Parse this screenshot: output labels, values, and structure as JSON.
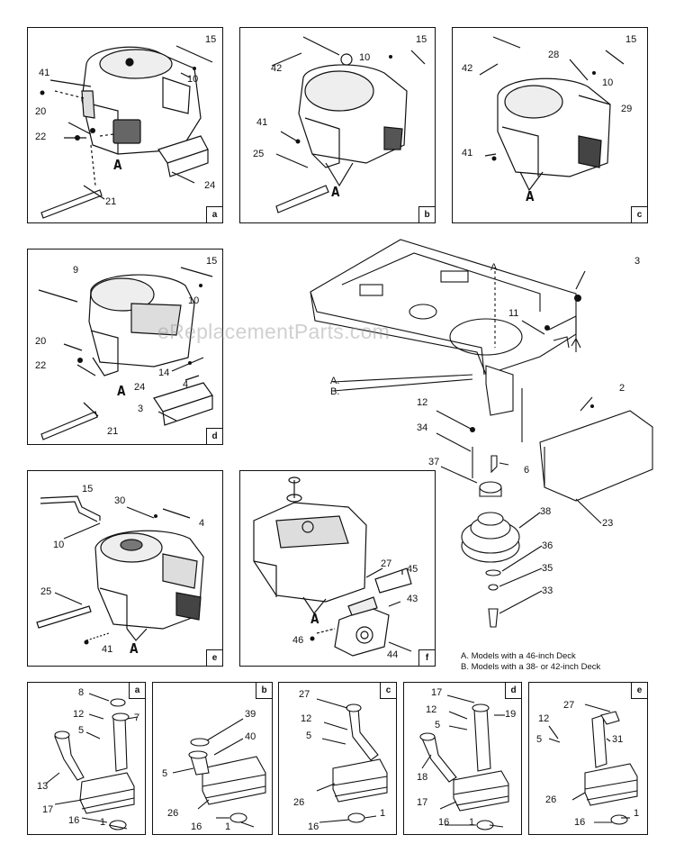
{
  "watermark": "eReplacementParts.com",
  "panels": {
    "a": {
      "tag": "a",
      "labels": [
        "15",
        "41",
        "10",
        "20",
        "22",
        "A",
        "24",
        "21"
      ]
    },
    "b": {
      "tag": "b",
      "labels": [
        "15",
        "42",
        "10",
        "41",
        "25",
        "A"
      ]
    },
    "c": {
      "tag": "c",
      "labels": [
        "15",
        "42",
        "28",
        "10",
        "29",
        "41",
        "A"
      ]
    },
    "d": {
      "tag": "d",
      "labels": [
        "9",
        "15",
        "10",
        "20",
        "22",
        "14",
        "4",
        "24",
        "A",
        "3",
        "21"
      ]
    },
    "e": {
      "tag": "e",
      "labels": [
        "15",
        "30",
        "4",
        "10",
        "25",
        "41",
        "A"
      ]
    },
    "f": {
      "tag": "f",
      "labels": [
        "27",
        "45",
        "43",
        "A",
        "46",
        "44"
      ]
    }
  },
  "frame": {
    "labels": [
      "A",
      "3",
      "11",
      "A.",
      "B.",
      "2",
      "12",
      "34",
      "37",
      "6",
      "23",
      "38",
      "36",
      "35",
      "33"
    ]
  },
  "notes": [
    "A. Models with a 46-inch Deck",
    "B. Models with a 38- or 42-inch Deck"
  ],
  "mufflers": {
    "a": {
      "tag": "a",
      "labels": [
        "8",
        "12",
        "7",
        "5",
        "13",
        "17",
        "16",
        "1"
      ]
    },
    "b": {
      "tag": "b",
      "labels": [
        "39",
        "40",
        "5",
        "26",
        "16",
        "1"
      ]
    },
    "c": {
      "tag": "c",
      "labels": [
        "27",
        "12",
        "5",
        "26",
        "16",
        "1"
      ]
    },
    "d": {
      "tag": "d",
      "labels": [
        "17",
        "12",
        "19",
        "5",
        "18",
        "17",
        "16",
        "1"
      ]
    },
    "e": {
      "tag": "e",
      "labels": [
        "27",
        "12",
        "31",
        "5",
        "26",
        "16",
        "1"
      ]
    }
  }
}
